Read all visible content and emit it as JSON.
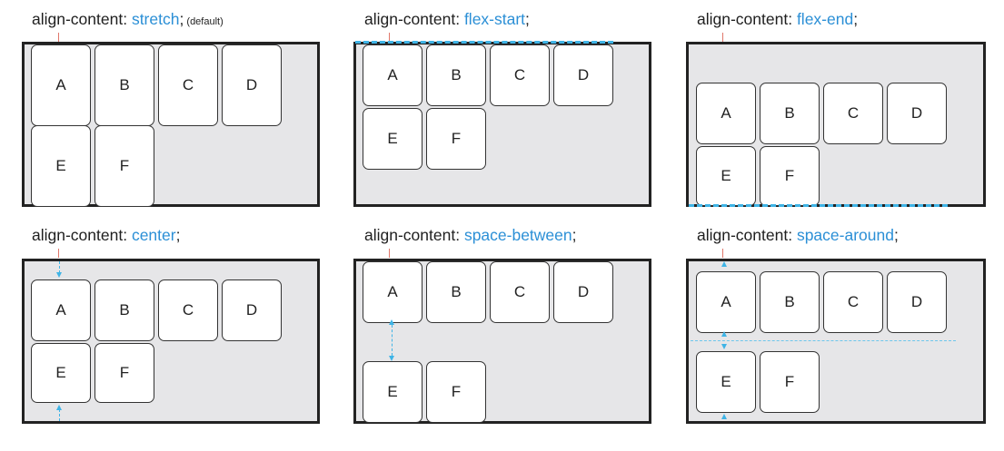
{
  "caption_prefix": "align-content: ",
  "panels": [
    {
      "value": "stretch",
      "suffix": ";",
      "note": " (default)",
      "items": [
        "A",
        "B",
        "C",
        "D",
        "E",
        "F"
      ]
    },
    {
      "value": "flex-start",
      "suffix": ";",
      "note": "",
      "items": [
        "A",
        "B",
        "C",
        "D",
        "E",
        "F"
      ]
    },
    {
      "value": "flex-end",
      "suffix": ";",
      "note": "",
      "items": [
        "A",
        "B",
        "C",
        "D",
        "E",
        "F"
      ]
    },
    {
      "value": "center",
      "suffix": ";",
      "note": "",
      "items": [
        "A",
        "B",
        "C",
        "D",
        "E",
        "F"
      ]
    },
    {
      "value": "space-between",
      "suffix": ";",
      "note": "",
      "items": [
        "A",
        "B",
        "C",
        "D",
        "E",
        "F"
      ]
    },
    {
      "value": "space-around",
      "suffix": ";",
      "note": "",
      "items": [
        "A",
        "B",
        "C",
        "D",
        "E",
        "F"
      ]
    }
  ],
  "colors": {
    "keyword": "#2b8fd6",
    "container_bg": "#e6e6e8",
    "border": "#222222",
    "guide": "#3fb4e6",
    "tick": "#e0776a"
  }
}
